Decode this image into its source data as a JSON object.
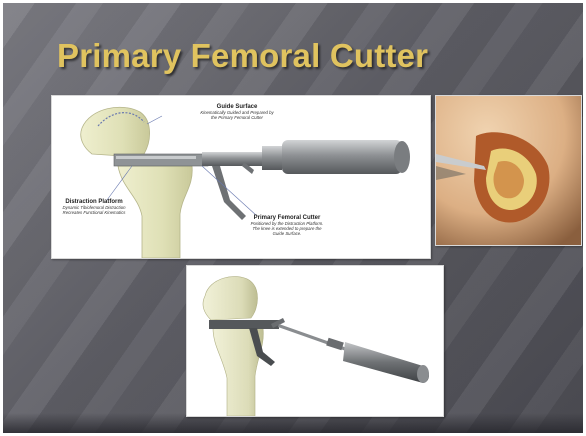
{
  "slide": {
    "title": "Primary Femoral Cutter"
  },
  "diagram": {
    "callouts": [
      {
        "title": "Guide Surface",
        "desc_lines": [
          "Kinematically Guided and Prepared by",
          "the Primary Femoral Cutter"
        ]
      },
      {
        "title": "Distraction Platform",
        "desc_lines": [
          "Dynamic Tibiofemoral Distraction",
          "Recreates Functional Kinematics"
        ]
      },
      {
        "title": "Primary Femoral Cutter",
        "desc_lines": [
          "Positioned by the Distraction Platform.",
          "The knee is extended to prepare the",
          "Guide Surface."
        ]
      }
    ]
  }
}
